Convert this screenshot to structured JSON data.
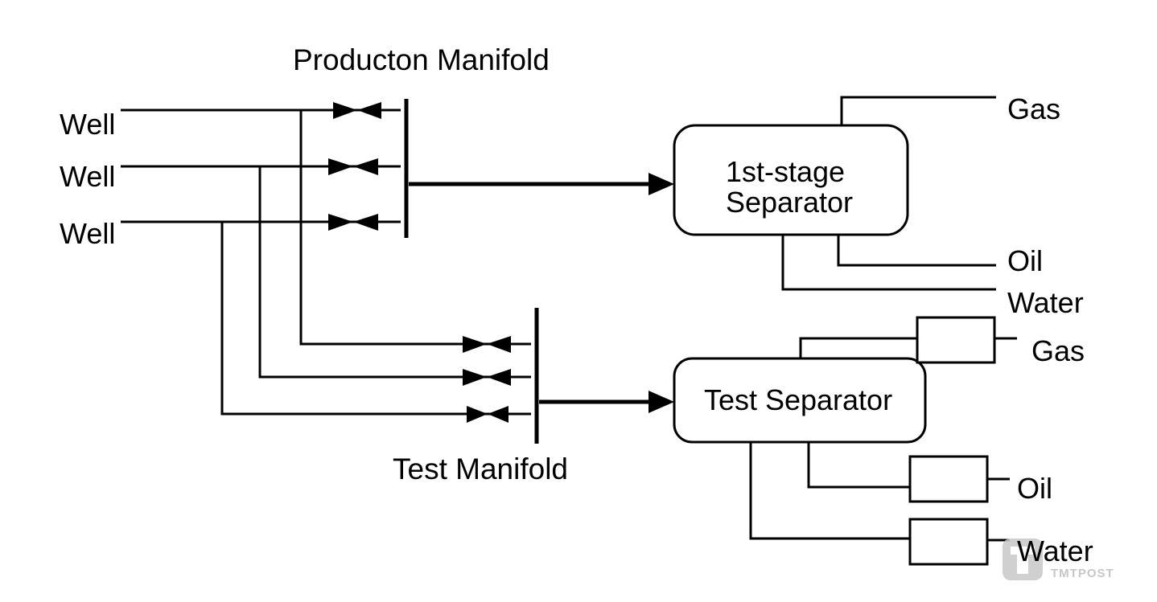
{
  "wells": [
    "Well",
    "Well",
    "Well"
  ],
  "production_manifold": {
    "title": "Producton Manifold"
  },
  "test_manifold": {
    "title": "Test Manifold"
  },
  "first_stage_separator": {
    "line1": "1st-stage",
    "line2": "Separator",
    "outputs": [
      "Gas",
      "Oil",
      "Water"
    ]
  },
  "test_separator": {
    "title": "Test Separator",
    "outputs": [
      "Gas",
      "Oil",
      "Water"
    ]
  },
  "watermark": {
    "text": "TMTPOST"
  }
}
